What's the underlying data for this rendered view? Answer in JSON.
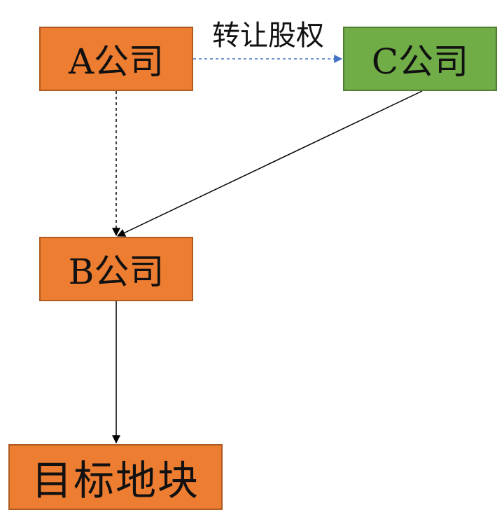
{
  "nodes": {
    "a": "A公司",
    "b": "B公司",
    "c": "C公司",
    "target": "目标地块"
  },
  "edges": {
    "transfer_label": "转让股权"
  },
  "colors": {
    "orange_fill": "#ED7D31",
    "orange_border": "#AE5A21",
    "green_fill": "#70AD47",
    "green_border": "#507E32",
    "dashed_blue": "#4472C4",
    "line_black": "#000000"
  }
}
